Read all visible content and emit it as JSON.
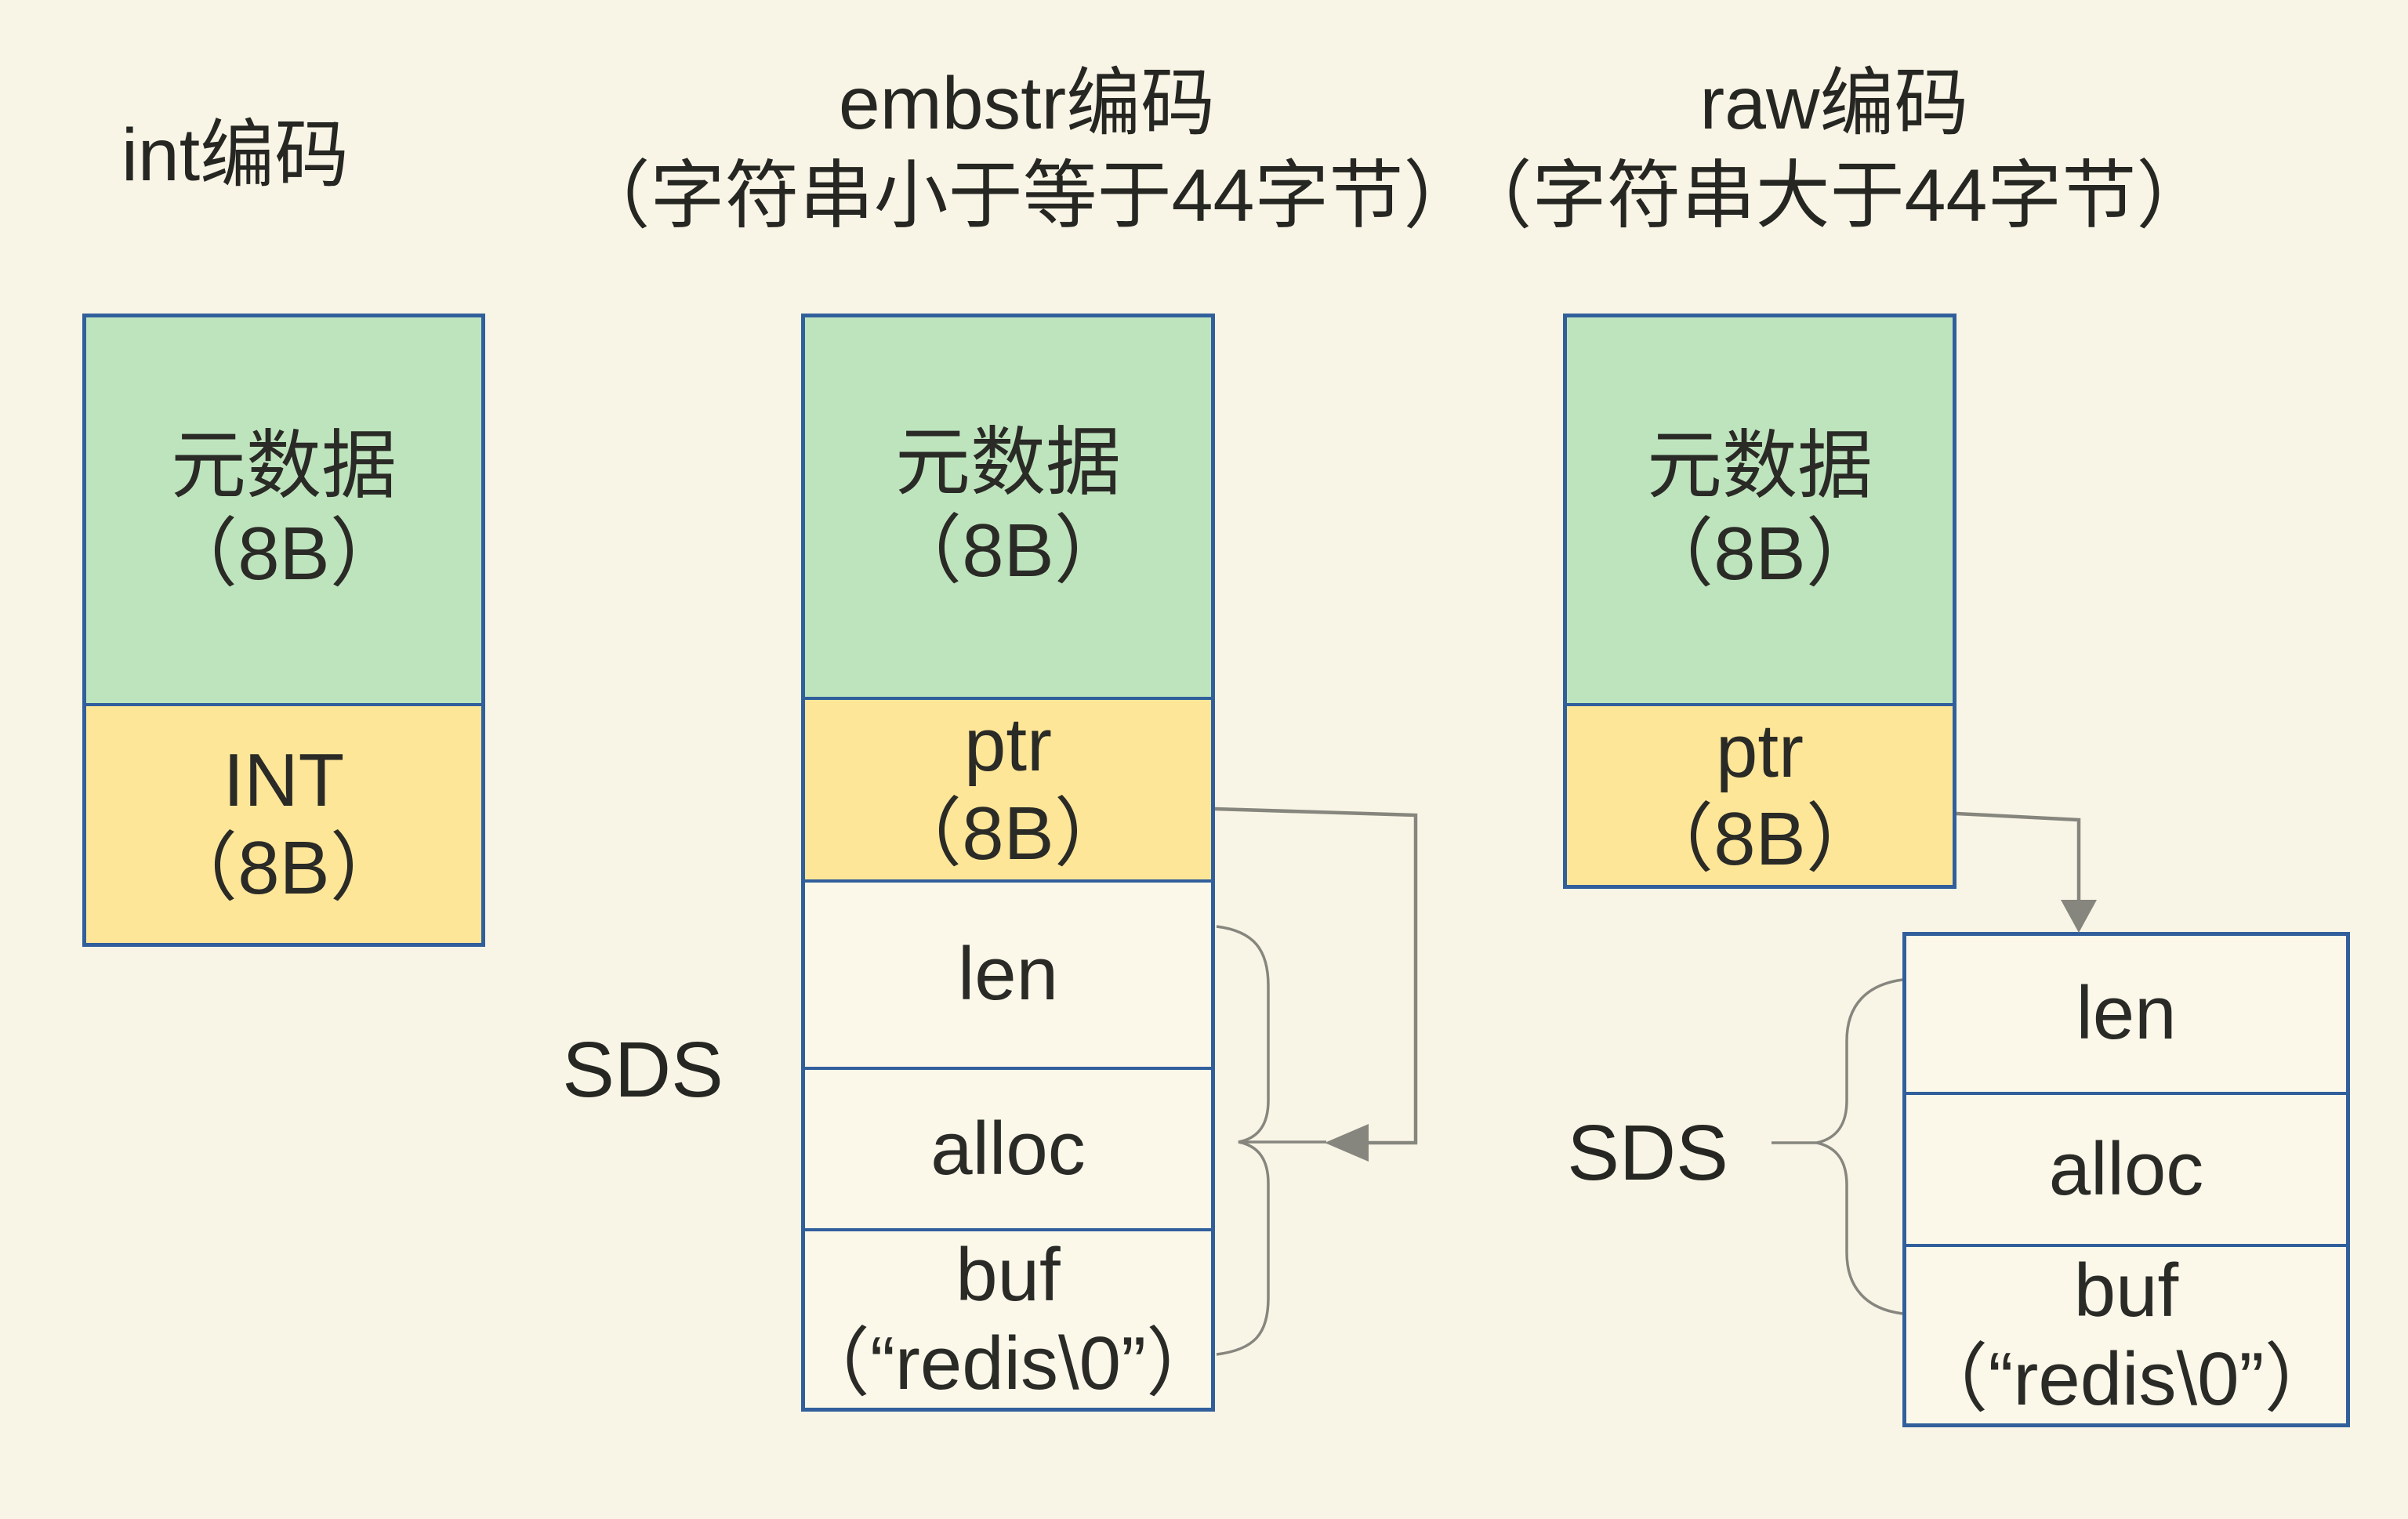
{
  "page": {
    "bg": "#f8f5e6"
  },
  "colors": {
    "box_border": "#315f9c",
    "meta_green": "#bee4bd",
    "field_yellow": "#fde698",
    "row_fill": "#fbf8ea",
    "connector_gray": "#86867e",
    "text": "#2a2a26"
  },
  "columns": {
    "int": {
      "title_line1": "int编码",
      "meta_label": "元数据",
      "meta_size": "（8B）",
      "field_label": "INT",
      "field_size": "（8B）"
    },
    "embstr": {
      "title_line1": "embstr编码",
      "title_line2": "（字符串小于等于44字节）",
      "meta_label": "元数据",
      "meta_size": "（8B）",
      "field_label": "ptr",
      "field_size": "（8B）",
      "sds_label": "SDS",
      "row_len": "len",
      "row_alloc": "alloc",
      "row_buf_line1": "buf",
      "row_buf_line2": "（“redis\\0”）"
    },
    "raw": {
      "title_line1": "raw编码",
      "title_line2": "（字符串大于44字节）",
      "meta_label": "元数据",
      "meta_size": "（8B）",
      "field_label": "ptr",
      "field_size": "（8B）",
      "sds_label": "SDS",
      "row_len": "len",
      "row_alloc": "alloc",
      "row_buf_line1": "buf",
      "row_buf_line2": "（“redis\\0”）"
    }
  }
}
